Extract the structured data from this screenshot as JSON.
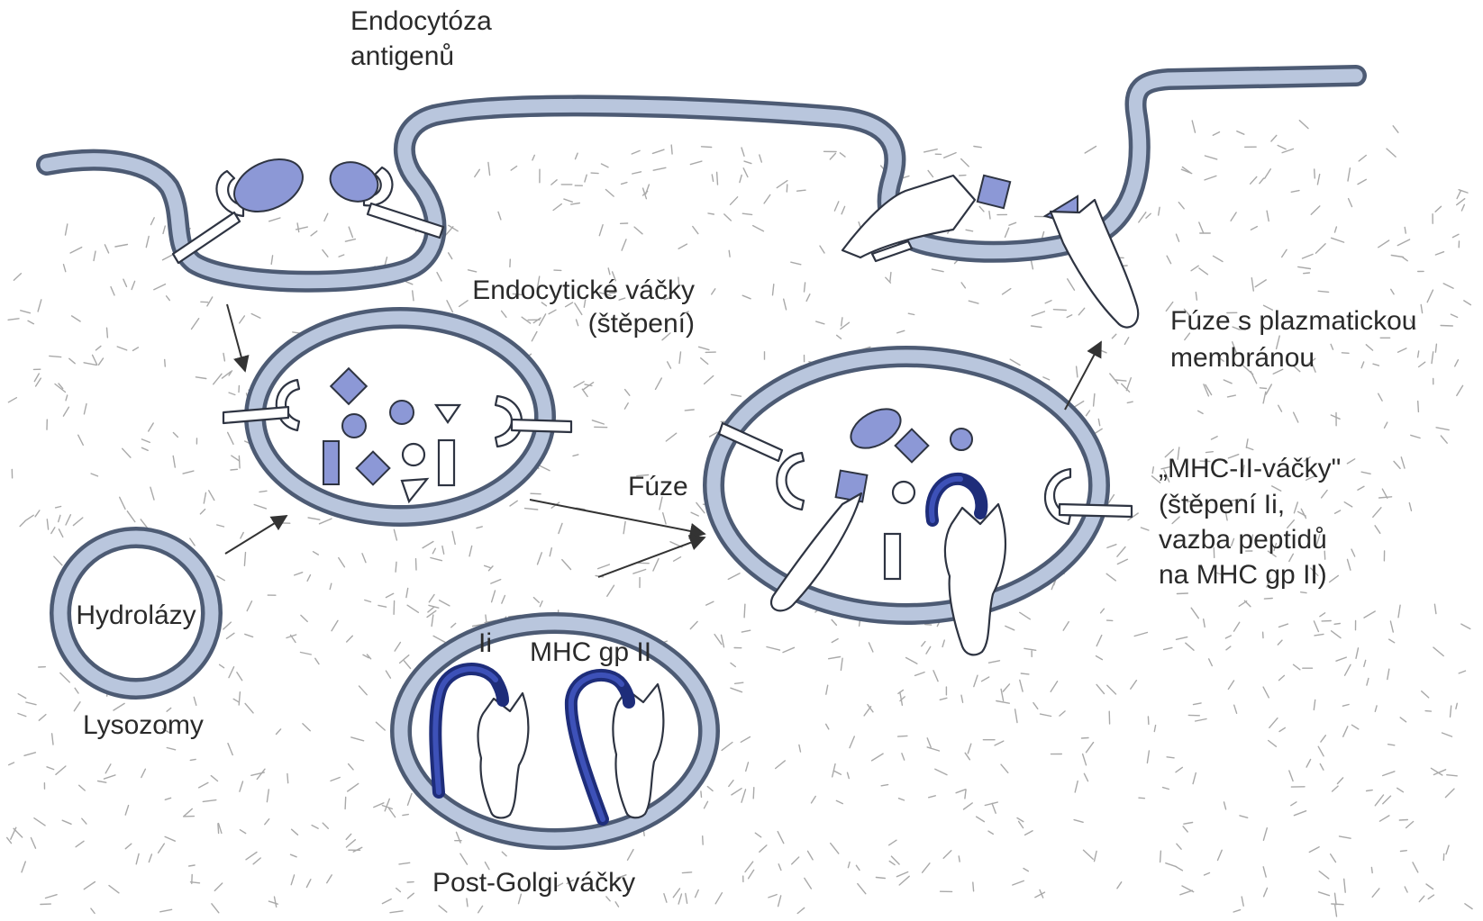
{
  "labels": {
    "endocytosis_line1": "Endocytóza",
    "endocytosis_line2": "antigenů",
    "endocytic_vesicles_line1": "Endocytické váčky",
    "endocytic_vesicles_line2": "(štěpení)",
    "fusion_plasma_line1": "Fúze s plazmatickou",
    "fusion_plasma_line2": "membránou",
    "fusion": "Fúze",
    "mhc_vesicles_line1": "„MHC-II-váčky\"",
    "mhc_vesicles_line2": "(štěpení Ii,",
    "mhc_vesicles_line3": "vazba peptidů",
    "mhc_vesicles_line4": "na MHC gp II)",
    "hydrolases": "Hydrolázy",
    "lysosomes": "Lysozomy",
    "ii": "Ii",
    "mhc_gp_ii": "MHC gp II",
    "post_golgi": "Post-Golgi váčky"
  },
  "colors": {
    "membrane_outer": "#4d5b74",
    "membrane_inner": "#b9c6dd",
    "antigen_fill": "#8c98d6",
    "invariant_chain": "#1e2d7a"
  }
}
